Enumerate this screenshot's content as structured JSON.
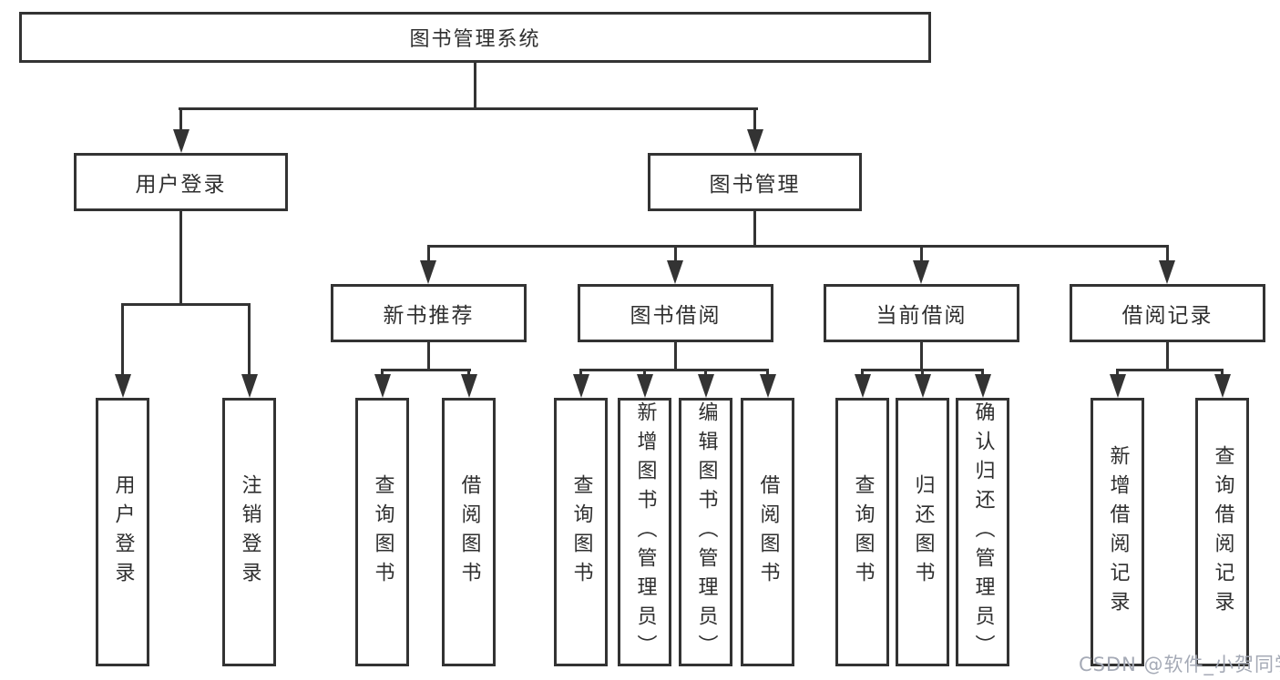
{
  "diagram": {
    "root": {
      "label": "图书管理系统"
    },
    "level2": [
      {
        "label": "用户登录"
      },
      {
        "label": "图书管理"
      }
    ],
    "level3": [
      {
        "label": "新书推荐"
      },
      {
        "label": "图书借阅"
      },
      {
        "label": "当前借阅"
      },
      {
        "label": "借阅记录"
      }
    ],
    "leaves": {
      "user_login": [
        "用户登录",
        "注销登录"
      ],
      "new_book_recommend": [
        "查询图书",
        "借阅图书"
      ],
      "book_borrow": [
        "查询图书",
        "新增图书（管理员）",
        "编辑图书（管理员）",
        "借阅图书"
      ],
      "current_borrow": [
        "查询图书",
        "归还图书",
        "确认归还（管理员）"
      ],
      "borrow_records": [
        "新增借阅记录",
        "查询借阅记录"
      ]
    }
  },
  "watermark": {
    "text": "CSDN @软件_小贺同学"
  },
  "colors": {
    "line": "#333333",
    "box_border": "#333333",
    "box_fill": "#ffffff",
    "text": "#2f2f2f",
    "watermark": "#a5aab6",
    "background": "#ffffff"
  }
}
